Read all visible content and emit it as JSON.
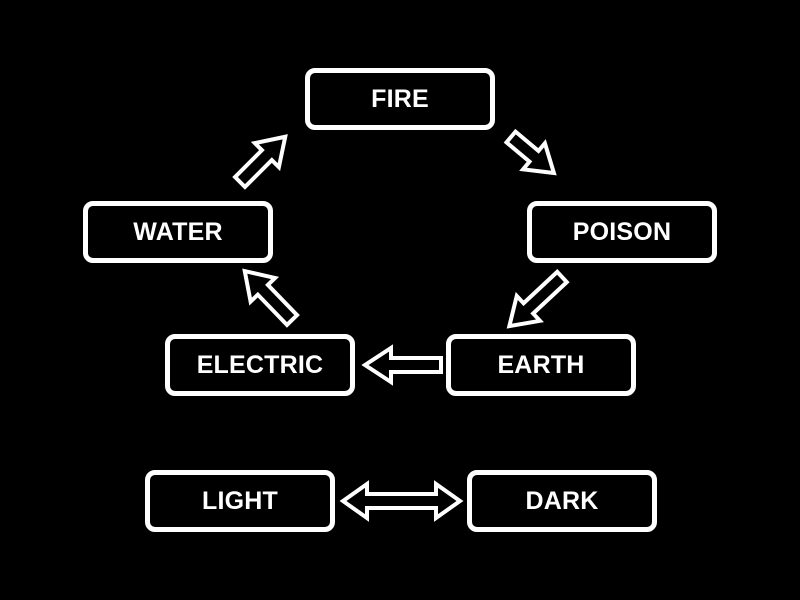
{
  "diagram": {
    "nodes": {
      "fire": "FIRE",
      "poison": "POISON",
      "earth": "EARTH",
      "electric": "ELECTRIC",
      "water": "WATER",
      "light": "LIGHT",
      "dark": "DARK"
    },
    "colors": {
      "background": "#000000",
      "foreground": "#ffffff"
    },
    "edges": [
      {
        "from": "FIRE",
        "to": "POISON",
        "type": "one-way"
      },
      {
        "from": "POISON",
        "to": "EARTH",
        "type": "one-way"
      },
      {
        "from": "EARTH",
        "to": "ELECTRIC",
        "type": "one-way"
      },
      {
        "from": "ELECTRIC",
        "to": "WATER",
        "type": "one-way"
      },
      {
        "from": "WATER",
        "to": "FIRE",
        "type": "one-way"
      },
      {
        "from": "LIGHT",
        "to": "DARK",
        "type": "two-way"
      }
    ],
    "icons": {
      "cycle_arrow": "block-arrow-icon",
      "pair_arrow": "double-block-arrow-icon"
    }
  }
}
